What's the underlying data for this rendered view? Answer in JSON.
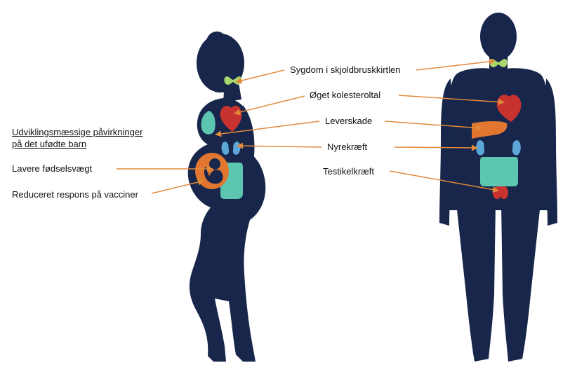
{
  "colors": {
    "silhouette": "#17264a",
    "arrow": "#e38a3c",
    "thyroid": "#a9d86e",
    "heart": "#c8322f",
    "liver": "#e0762f",
    "kidney": "#5ca7d8",
    "intestine": "#5cc6b0",
    "breast": "#5cc6b0",
    "uterus": "#e0762f",
    "fetus": "#17264a",
    "testicle": "#c8322f"
  },
  "icons": [
    "thyroid-icon",
    "heart-icon",
    "liver-icon",
    "kidney-icon",
    "intestine-icon",
    "uterus-fetus-icon",
    "testicle-icon"
  ],
  "labels": {
    "thyroid": "Sygdom i skjoldbruskkirtlen",
    "cholesterol": "Øget kolesteroltal",
    "liver": "Leverskade",
    "kidney": "Nyrekræft",
    "testicle": "Testikelkræft"
  },
  "fetal": {
    "heading_line1": "Udviklingsmæssige påvirkninger",
    "heading_line2": "på det ufødte barn",
    "items": [
      "Lavere fødselsvægt",
      "Reduceret respons på vacciner"
    ]
  }
}
